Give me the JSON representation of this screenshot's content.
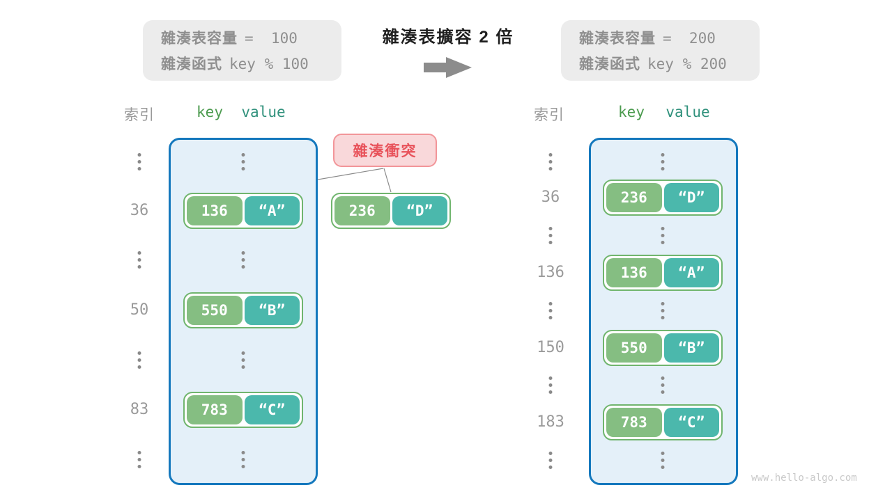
{
  "info_left": {
    "line1_label": "雜湊表容量",
    "line1_value": "=  100",
    "line2_label": "雜湊函式",
    "line2_value": "key % 100"
  },
  "transition": {
    "title": "雜湊表擴容 2 倍",
    "arrow_icon": "right-arrow"
  },
  "info_right": {
    "line1_label": "雜湊表容量",
    "line1_value": "=  200",
    "line2_label": "雜湊函式",
    "line2_value": "key % 200"
  },
  "collision_label": "雜湊衝突",
  "collision_pair": {
    "key": "236",
    "value": "“D”"
  },
  "left_table": {
    "headers": {
      "index": "索引",
      "key": "key",
      "value": "value"
    },
    "rows": [
      {
        "index": "36",
        "key": "136",
        "value": "“A”"
      },
      {
        "index": "50",
        "key": "550",
        "value": "“B”"
      },
      {
        "index": "83",
        "key": "783",
        "value": "“C”"
      }
    ]
  },
  "right_table": {
    "headers": {
      "index": "索引",
      "key": "key",
      "value": "value"
    },
    "rows": [
      {
        "index": "36",
        "key": "236",
        "value": "“D”"
      },
      {
        "index": "136",
        "key": "136",
        "value": "“A”"
      },
      {
        "index": "150",
        "key": "550",
        "value": "“B”"
      },
      {
        "index": "183",
        "key": "783",
        "value": "“C”"
      }
    ]
  },
  "watermark": "www.hello-algo.com",
  "colors": {
    "bucket_border": "#1478bd",
    "bucket_fill": "#e4f0f9",
    "key_fill": "#85be82",
    "value_fill": "#4bb8ac",
    "pair_border": "#70b56e",
    "collision_bg": "#f9d8da",
    "collision_border": "#f29599",
    "collision_text": "#e8525a",
    "info_bg": "#ececec",
    "gray_text": "#9a9a9a",
    "arrow": "#8c8c8c"
  }
}
